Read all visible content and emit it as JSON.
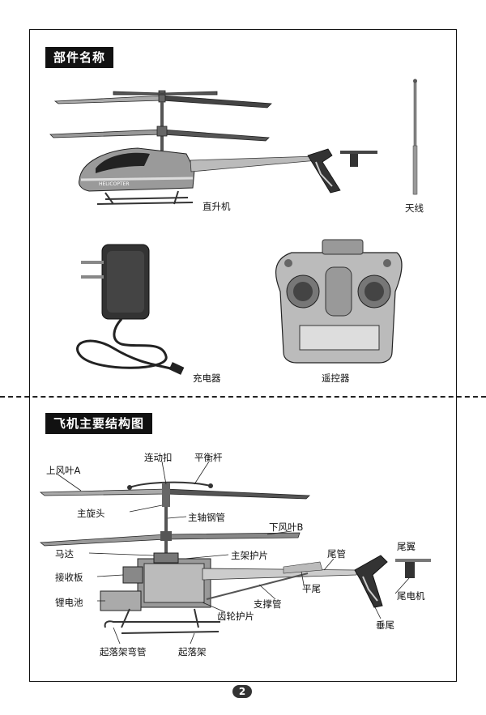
{
  "sections": {
    "parts_title": "部件名称",
    "structure_title": "飞机主要结构图"
  },
  "parts": {
    "helicopter": "直升机",
    "antenna": "天线",
    "charger": "充电器",
    "remote": "遥控器"
  },
  "structure": {
    "link_buckle": "连动扣",
    "balance_bar": "平衡杆",
    "upper_blade_a": "上风叶A",
    "main_rotor_head": "主旋头",
    "main_shaft_tube": "主轴钢管",
    "lower_blade_b": "下风叶B",
    "motor": "马达",
    "main_frame_guard": "主架护片",
    "tail_tube": "尾管",
    "tail_wing": "尾翼",
    "receiver_board": "接收板",
    "horizontal_tail": "平尾",
    "tail_motor": "尾电机",
    "lithium_battery": "锂电池",
    "support_tube": "支撑管",
    "gear_guard": "齿轮护片",
    "vertical_tail": "垂尾",
    "landing_skid_bend": "起落架弯管",
    "landing_gear": "起落架"
  },
  "helicopter_brand": "HELICOPTER",
  "page_number": "2"
}
